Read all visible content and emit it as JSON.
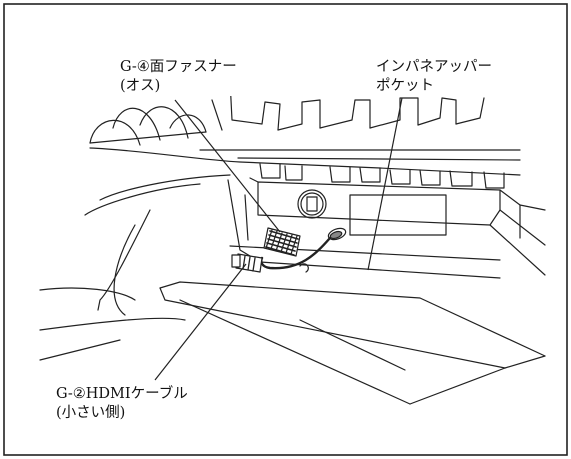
{
  "labels": {
    "fastener": {
      "line1": "G-④面ファスナー",
      "line2": "(オス)"
    },
    "pocket": {
      "line1": "インパネアッパー",
      "line2": "ポケット"
    },
    "hdmi": {
      "line1": "G-②HDMIケーブル",
      "line2": "(小さい側)"
    }
  }
}
